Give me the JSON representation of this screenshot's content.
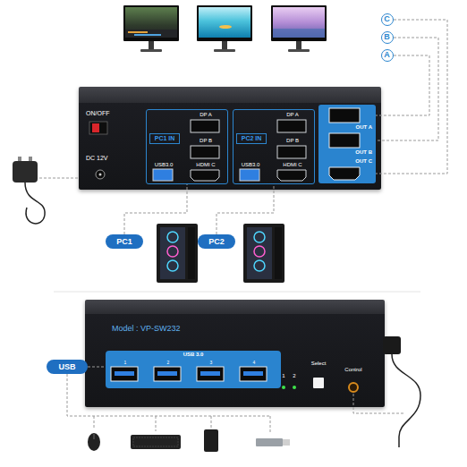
{
  "diagram": {
    "nodes": [
      {
        "text": [
          "C"
        ]
      },
      {
        "text": [
          "B"
        ]
      },
      {
        "text": [
          "A"
        ]
      },
      {
        "text": [
          "ON/OFF",
          "DC 12V"
        ]
      },
      {
        "text": [
          "PC1 IN",
          "DP A",
          "DP B",
          "USB3.0",
          "HDMI C"
        ],
        "in": 3
      },
      {
        "text": [
          "PC2 IN",
          "DP A",
          "DP B",
          "USB3.0",
          "HDMI C"
        ],
        "in": 3
      },
      {
        "text": [
          "OUT A",
          "OUT B",
          "OUT C"
        ],
        "in": 3
      },
      {
        "text": [
          "PC1"
        ]
      },
      {
        "text": [
          "PC2"
        ]
      },
      {
        "text": [
          "Model : VP-SW232",
          "1",
          "2",
          "Select",
          "Control"
        ]
      },
      {
        "text": [
          "USB 3.0",
          "1",
          "2",
          "3",
          "4"
        ],
        "in": 9
      },
      {
        "text": [
          "USB"
        ]
      }
    ],
    "edges": [
      {
        "from": 0,
        "to": 6,
        "arrow": "none"
      },
      {
        "from": 1,
        "to": 6,
        "arrow": "none"
      },
      {
        "from": 2,
        "to": 6,
        "arrow": "none"
      },
      {
        "from": 7,
        "to": 4,
        "arrow": "none"
      },
      {
        "from": 8,
        "to": 5,
        "arrow": "none"
      },
      {
        "from": 11,
        "to": 10,
        "arrow": "none"
      }
    ]
  }
}
